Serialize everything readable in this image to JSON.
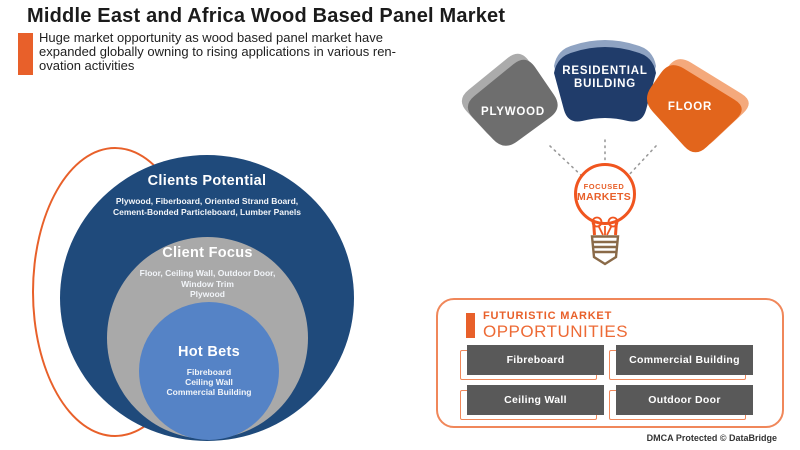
{
  "header": {
    "title": "Middle East and Africa Wood Based Panel Market",
    "subtitle_lines": [
      "Huge market opportunity as wood based panel market have",
      "expanded globally owning to rising applications in various ren-",
      "ovation activities"
    ]
  },
  "venn": {
    "outer": {
      "title": "Clients Potential",
      "lines": [
        "Plywood, Fiberboard, Oriented Strand Board,",
        "Cement-Bonded Particleboard, Lumber Panels"
      ]
    },
    "middle": {
      "title": "Client Focus",
      "lines": [
        "Floor, Ceiling Wall, Outdoor Door,",
        "Window Trim",
        "Plywood"
      ]
    },
    "inner": {
      "title": "Hot Bets",
      "lines": [
        "Fibreboard",
        "Ceiling Wall",
        "Commercial Building"
      ]
    }
  },
  "focused_markets": {
    "plywood_label": "PLYWOOD",
    "residential_lines": [
      "RESIDENTIAL",
      "BUILDING"
    ],
    "floor_label": "FLOOR",
    "bulb_line1": "FOCUSED",
    "bulb_line2": "MARKETS"
  },
  "opportunities": {
    "title_line1": "FUTURISTIC MARKET",
    "title_line2": "OPPORTUNITIES",
    "items": [
      "Fibreboard",
      "Commercial Building",
      "Ceiling Wall",
      "Outdoor Door"
    ]
  },
  "footer": {
    "text": "DMCA Protected © DataBridge"
  },
  "colors": {
    "accent": "#E8602A",
    "accent_light": "#F0875A",
    "navy": "#1F4A7B",
    "navy_dark": "#203C6A",
    "navy_shadow": "#8FA3C2",
    "gray": "#A9A9A9",
    "gray_dark": "#6E6E6E",
    "gray_shadow": "#ABABAB",
    "blue": "#5583C6",
    "orange_shadow": "#F4A97C",
    "brown": "#8A6A48",
    "button_gray": "#595959"
  }
}
